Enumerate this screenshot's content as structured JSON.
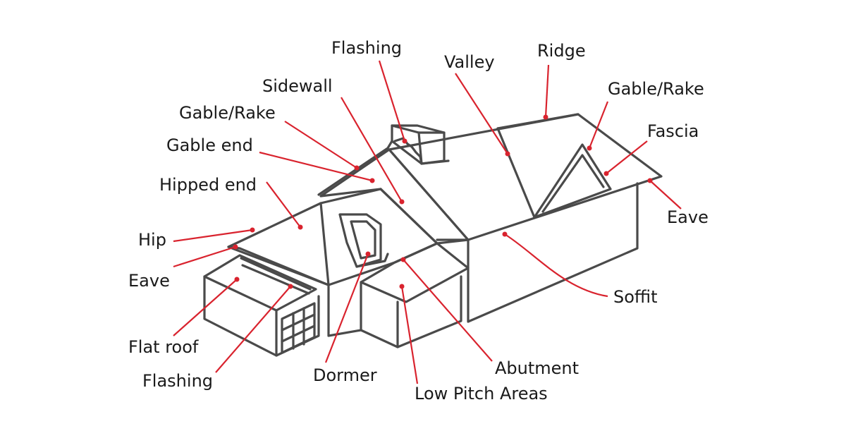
{
  "labels": {
    "flashing_top": "Flashing",
    "valley": "Valley",
    "ridge": "Ridge",
    "gable_rake_right": "Gable/Rake",
    "fascia": "Fascia",
    "eave_right": "Eave",
    "soffit": "Soffit",
    "sidewall": "Sidewall",
    "gable_rake_left": "Gable/Rake",
    "gable_end": "Gable end",
    "hipped_end": "Hipped end",
    "hip": "Hip",
    "eave_left": "Eave",
    "flat_roof": "Flat roof",
    "flashing_bottom": "Flashing",
    "dormer": "Dormer",
    "abutment": "Abutment",
    "low_pitch_areas": "Low Pitch Areas"
  },
  "colors": {
    "line": "#4a4a4a",
    "leader": "#d9232e",
    "text": "#1a1a1a"
  }
}
